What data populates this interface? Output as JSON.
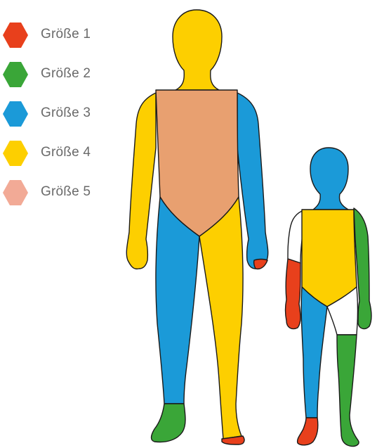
{
  "legend": {
    "items": [
      {
        "label": "Größe 1",
        "color": "#e8401c"
      },
      {
        "label": "Größe 2",
        "color": "#3aa638"
      },
      {
        "label": "Größe 3",
        "color": "#1b9ad8"
      },
      {
        "label": "Größe 4",
        "color": "#fdcf00"
      },
      {
        "label": "Größe 5",
        "color": "#f2aa96"
      }
    ]
  },
  "colors": {
    "torso_adult": "#e8a070",
    "outline": "#1a1a1a",
    "blank": "#ffffff"
  }
}
